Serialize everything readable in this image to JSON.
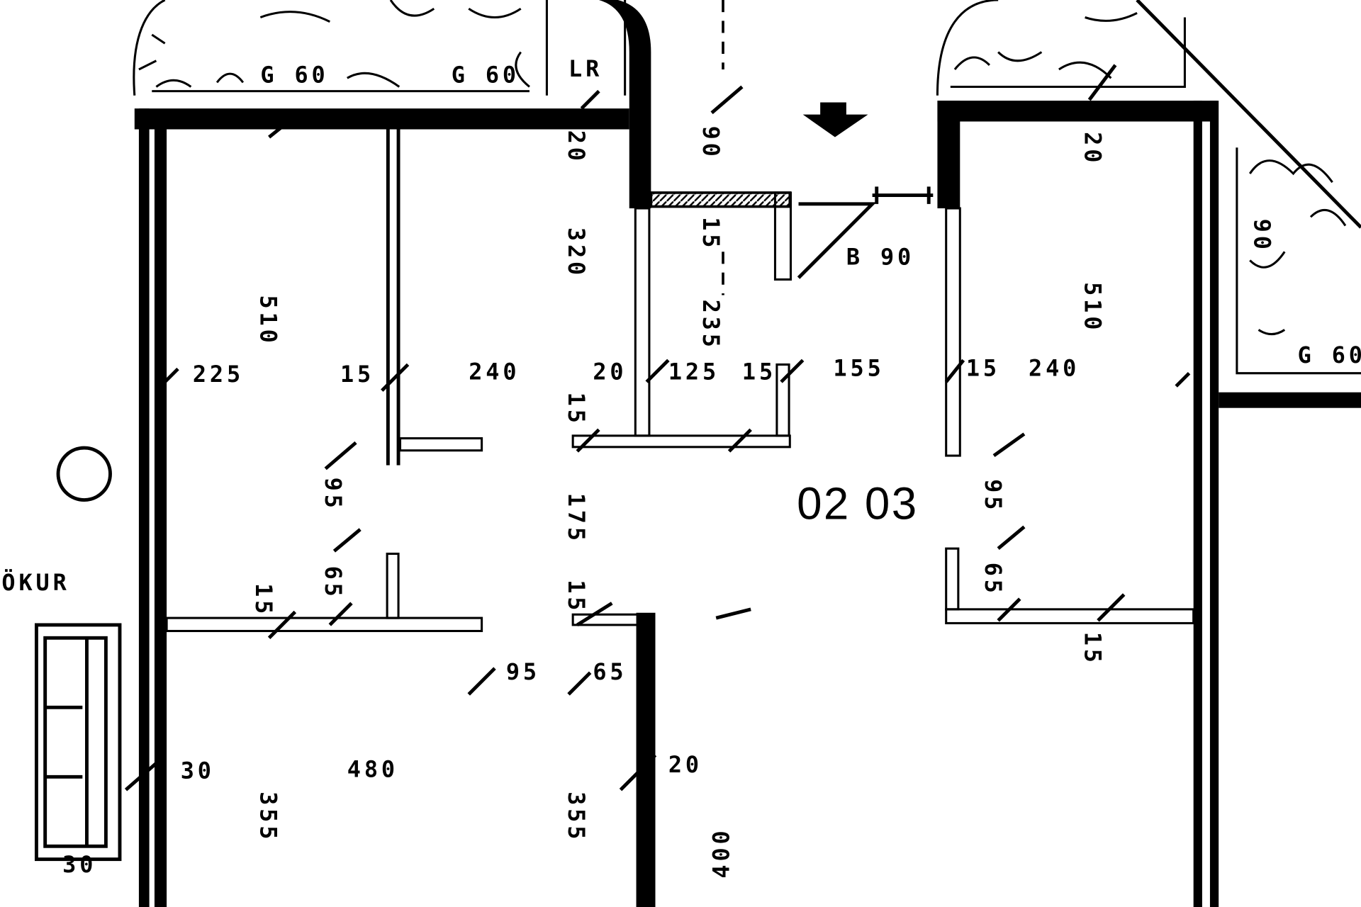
{
  "unit_label": "02 03",
  "street_label": "ÖKUR",
  "area_labels": [
    "G 60",
    "G 60",
    "LR",
    "G 60",
    "B 90"
  ],
  "dimensions_horizontal": [
    "225",
    "15",
    "240",
    "20",
    "125",
    "15",
    "155",
    "15",
    "240",
    "95",
    "65",
    "20",
    "30",
    "480"
  ],
  "dimensions_vertical": [
    "510",
    "20",
    "320",
    "90",
    "15",
    "235",
    "15",
    "95",
    "175",
    "65",
    "15",
    "15",
    "355",
    "355",
    "400",
    "20",
    "510",
    "95",
    "65",
    "15",
    "90",
    "30"
  ],
  "colors": {
    "ink": "#000000",
    "paper": "#ffffff"
  }
}
